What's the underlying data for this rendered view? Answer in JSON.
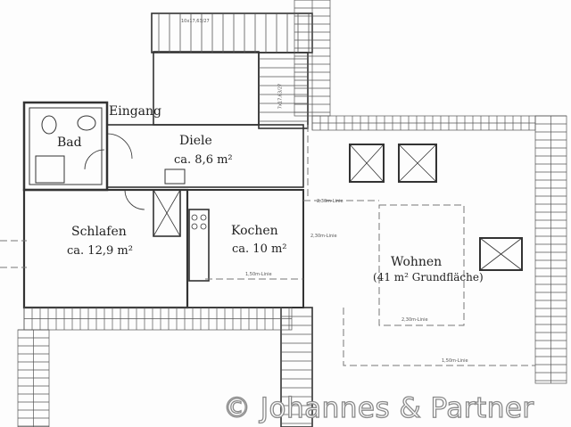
{
  "rooms": {
    "eingang": {
      "name": "Eingang"
    },
    "bad": {
      "name": "Bad"
    },
    "diele": {
      "name": "Diele",
      "area": "ca. 8,6 m²"
    },
    "schlafen": {
      "name": "Schlafen",
      "area": "ca. 12,9 m²"
    },
    "kochen": {
      "name": "Kochen",
      "area": "ca. 10 m²"
    },
    "wohnen": {
      "name": "Wohnen",
      "area": "(41 m² Grundfläche)"
    }
  },
  "dimensions": {
    "stair_top": "10x17,63/27",
    "stair_side": "7x17,63/27",
    "line_230_a": "2,30m-Linie",
    "line_230_b": "2,30m-Linie",
    "line_230_c": "2,30m-Linie",
    "line_150_a": "1,50m-Linie",
    "line_150_b": "1,50m-Linie"
  },
  "copyright": "© Johannes & Partner",
  "colors": {
    "line": "#333333",
    "dash": "#777777",
    "watermark": "#8a8a8a"
  }
}
